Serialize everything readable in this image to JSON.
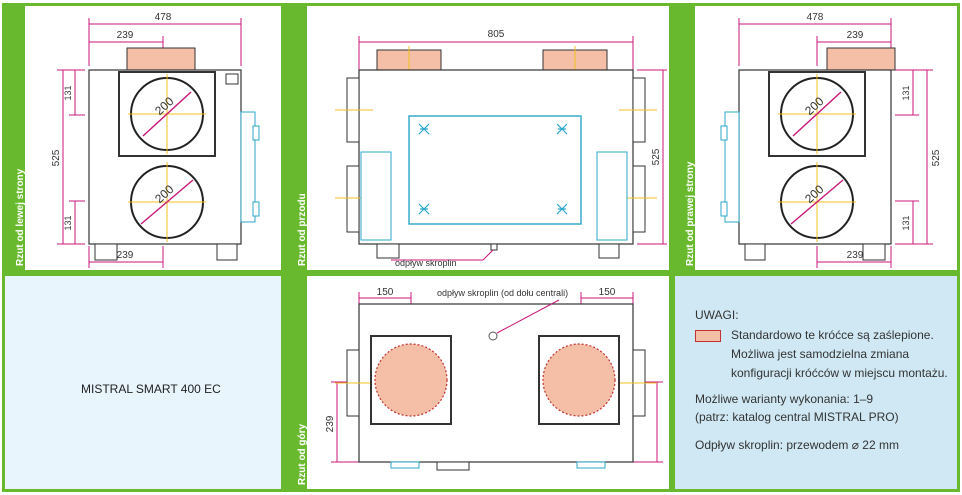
{
  "views": {
    "left": {
      "label": "Rzut od lewej strony"
    },
    "front": {
      "label": "Rzut od przodu"
    },
    "right": {
      "label": "Rzut od prawej strony"
    },
    "top": {
      "label": "Rzut od góry"
    }
  },
  "dims": {
    "left_width": "478",
    "left_top_offset": "239",
    "left_bottom_offset": "239",
    "left_height": "525",
    "left_131_top": "131",
    "left_131_bottom": "131",
    "duct_diameter_1": "200",
    "duct_diameter_2": "200",
    "front_width": "805",
    "front_height": "525",
    "right_width": "478",
    "right_top_offset": "239",
    "right_bottom_offset": "239",
    "right_height": "525",
    "right_131_top": "131",
    "right_131_bottom": "131",
    "right_duct_1": "200",
    "right_duct_2": "200",
    "top_left_offset": "150",
    "top_right_offset": "150",
    "top_depth": "239"
  },
  "labels": {
    "front_drain": "odpływ skroplin",
    "top_drain": "odpływ skroplin (od dołu centrali)"
  },
  "model": "MISTRAL SMART 400 EC",
  "notes": {
    "heading": "UWAGI:",
    "line1": "Standardowo te króćce są zaślepione.",
    "line2": "Możliwa jest samodzielna zmiana",
    "line3": "konfiguracji króćców w miejscu montażu.",
    "line4": "Możliwe warianty wykonania: 1–9",
    "line5": "(patrz: katalog central MISTRAL PRO)",
    "line6": "Odpływ skroplin: przewodem ⌀ 22 mm"
  },
  "colors": {
    "frame_green": "#69b92f",
    "dim_magenta": "#c8167a",
    "duct_orange": "#f4bfa6",
    "duct_cyan": "#2aa6c8",
    "center_yellow": "#f0c020"
  }
}
